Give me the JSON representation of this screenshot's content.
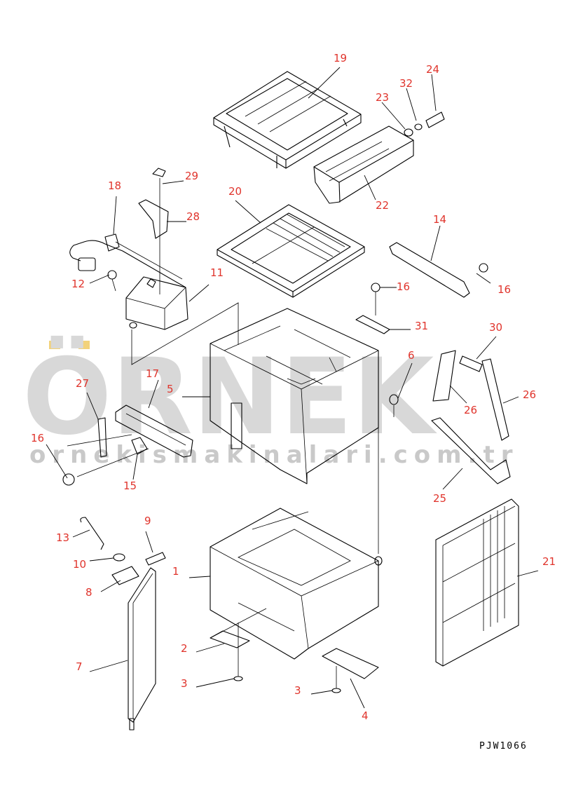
{
  "diagram": {
    "code": "PJW1066",
    "watermark": {
      "brand": "ÖRNEK",
      "sub": "ornekismakinalari.com.tr"
    },
    "labels": {
      "p1": "1",
      "p2": "2",
      "p3a": "3",
      "p3b": "3",
      "p4": "4",
      "p5": "5",
      "p6": "6",
      "p7": "7",
      "p8": "8",
      "p9": "9",
      "p10": "10",
      "p11": "11",
      "p12": "12",
      "p13": "13",
      "p14": "14",
      "p15": "15",
      "p16a": "16",
      "p16b": "16",
      "p16c": "16",
      "p17": "17",
      "p18": "18",
      "p19": "19",
      "p20": "20",
      "p21": "21",
      "p22": "22",
      "p23": "23",
      "p24": "24",
      "p25": "25",
      "p26a": "26",
      "p26b": "26",
      "p27": "27",
      "p28": "28",
      "p29": "29",
      "p30": "30",
      "p31": "31",
      "p32": "32"
    }
  }
}
